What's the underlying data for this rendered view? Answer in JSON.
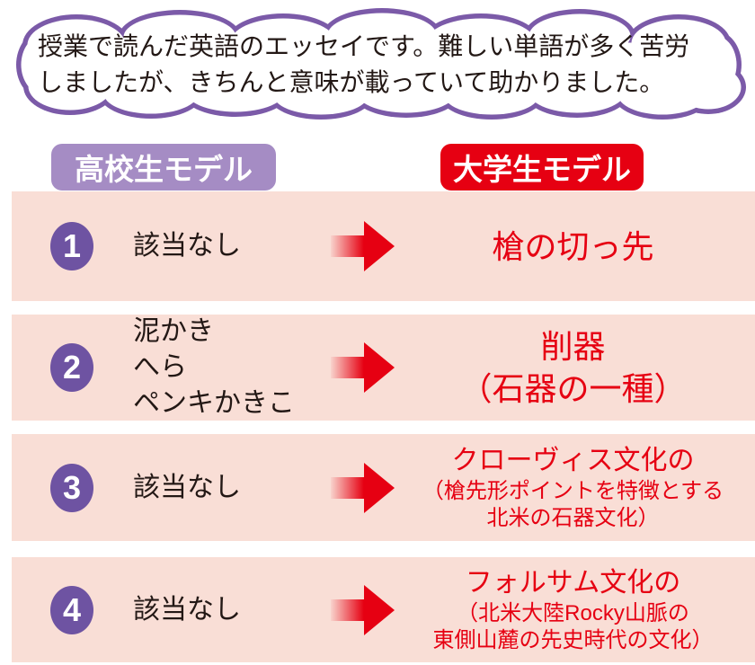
{
  "bubble": {
    "lines": [
      "授業で読んだ英語のエッセイです。難しい単語が多く苦労",
      "しましたが、きちんと意味が載っていて助かりました。"
    ]
  },
  "headers": {
    "left": "高校生モデル",
    "right": "大学生モデル"
  },
  "rows": [
    {
      "number": "1",
      "left_lines": [
        "該当なし"
      ],
      "right_lines": [
        "槍の切っ先"
      ]
    },
    {
      "number": "2",
      "left_lines": [
        "泥かき",
        "へら",
        "ペンキかきこ"
      ],
      "right_lines": [
        "削器",
        "（石器の一種）"
      ]
    },
    {
      "number": "3",
      "left_lines": [
        "該当なし"
      ],
      "right_lines": [
        "クローヴィス文化の",
        "（槍先形ポイントを特徴とする",
        "北米の石器文化）"
      ]
    },
    {
      "number": "4",
      "left_lines": [
        "該当なし"
      ],
      "right_lines": [
        "フォルサム文化の",
        "（北米大陸Rocky山脈の",
        "東側山麓の先史時代の文化）"
      ]
    }
  ],
  "icons": {
    "arrow": "right-arrow",
    "bubble": "cloud-speech-bubble"
  },
  "colors": {
    "row_background": "#F9DED6",
    "accent_red": "#E60012",
    "badge_purple": "#A58CC4",
    "number_circle_purple": "#6E53A2",
    "bubble_outline_purple": "#7B5AA8",
    "text_black": "#231815"
  }
}
